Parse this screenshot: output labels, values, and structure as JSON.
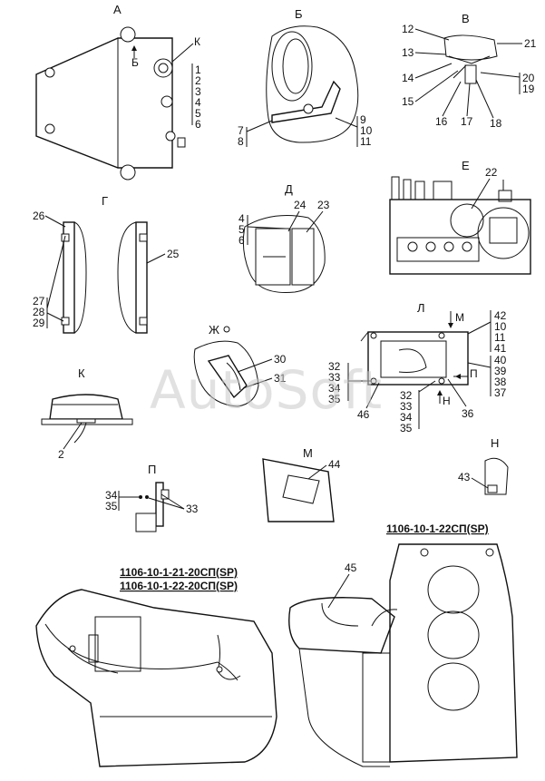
{
  "views": {
    "a": "А",
    "b": "Б",
    "v": "В",
    "g": "Г",
    "d": "Д",
    "e": "Е",
    "zh": "Ж",
    "k": "К",
    "l": "Л",
    "p": "П",
    "m": "М",
    "n": "Н"
  },
  "view_a": {
    "k": "К",
    "arrow_b": "Б",
    "c1": "1",
    "c2": "2",
    "c3": "3",
    "c4": "4",
    "c5": "5",
    "c6": "6"
  },
  "view_b": {
    "c7": "7",
    "c8": "8",
    "c9": "9",
    "c10": "10",
    "c11": "11"
  },
  "view_v": {
    "c12": "12",
    "c13": "13",
    "c14": "14",
    "c15": "15",
    "c16": "16",
    "c17": "17",
    "c18": "18",
    "c19": "19",
    "c20": "20",
    "c21": "21"
  },
  "view_e": {
    "c22": "22"
  },
  "view_d": {
    "c4": "4",
    "c5": "5",
    "c6": "6",
    "c23": "23",
    "c24": "24"
  },
  "view_g": {
    "c25": "25",
    "c26": "26",
    "c27": "27",
    "c28": "28",
    "c29": "29"
  },
  "view_l": {
    "arrow_m": "М",
    "arrow_n": "Н",
    "arrow_p": "П",
    "r42": "42",
    "r10": "10",
    "r11": "11",
    "r41": "41",
    "r40": "40",
    "r39": "39",
    "r38": "38",
    "r37": "37",
    "l32": "32",
    "l33": "33",
    "l34": "34",
    "l35": "35",
    "b32": "32",
    "b33": "33",
    "b34": "34",
    "b35": "35",
    "c36": "36",
    "c46": "46"
  },
  "view_zh": {
    "c30": "30",
    "c31": "31"
  },
  "view_k": {
    "c2": "2"
  },
  "view_p": {
    "c33": "33",
    "c34": "34",
    "c35": "35"
  },
  "view_m": {
    "c44": "44"
  },
  "view_n": {
    "c43": "43"
  },
  "captions": {
    "left_1": "1106-10-1-21-20СП(SP)",
    "left_2": "1106-10-1-22-20СП(SP)",
    "right": "1106-10-1-22СП(SP)"
  },
  "bottom_right": {
    "c45": "45"
  },
  "watermark": "AutoSoft"
}
